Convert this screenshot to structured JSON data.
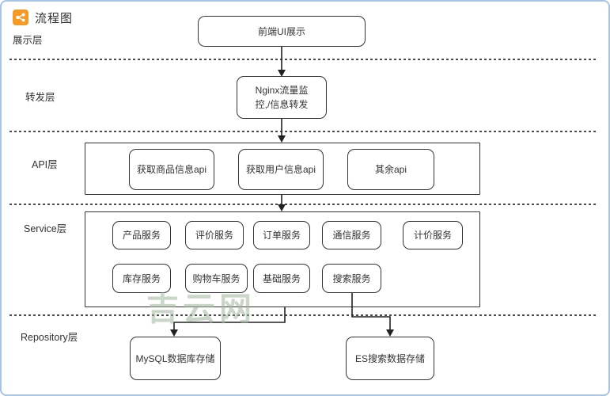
{
  "header": {
    "title": "流程图"
  },
  "watermark": {
    "text": "吉云网"
  },
  "colors": {
    "accent_orange": "#F59A23",
    "panel_border": "#A9C4E4",
    "box_border": "#333333",
    "watermark_green": "#9FB59A"
  },
  "layers": {
    "presentation": {
      "label": "展示层",
      "node": {
        "label": "前端UI展示"
      }
    },
    "forwarding": {
      "label": "转发层",
      "node": {
        "label": "Nginx流量监控,/信息转发"
      }
    },
    "api": {
      "label": "API层",
      "nodes": [
        {
          "label": "获取商品信息api"
        },
        {
          "label": "获取用户信息api"
        },
        {
          "label": "其余api"
        }
      ]
    },
    "service": {
      "label": "Service层",
      "row1": [
        {
          "label": "产品服务"
        },
        {
          "label": "评价服务"
        },
        {
          "label": "订单服务"
        },
        {
          "label": "通信服务"
        },
        {
          "label": "计价服务"
        }
      ],
      "row2": [
        {
          "label": "库存服务"
        },
        {
          "label": "购物车服务"
        },
        {
          "label": "基础服务"
        },
        {
          "label": "搜索服务"
        }
      ]
    },
    "repository": {
      "label": "Repository层",
      "nodes": [
        {
          "label": "MySQL数据库存储"
        },
        {
          "label": "ES搜索数据存储"
        }
      ]
    }
  }
}
